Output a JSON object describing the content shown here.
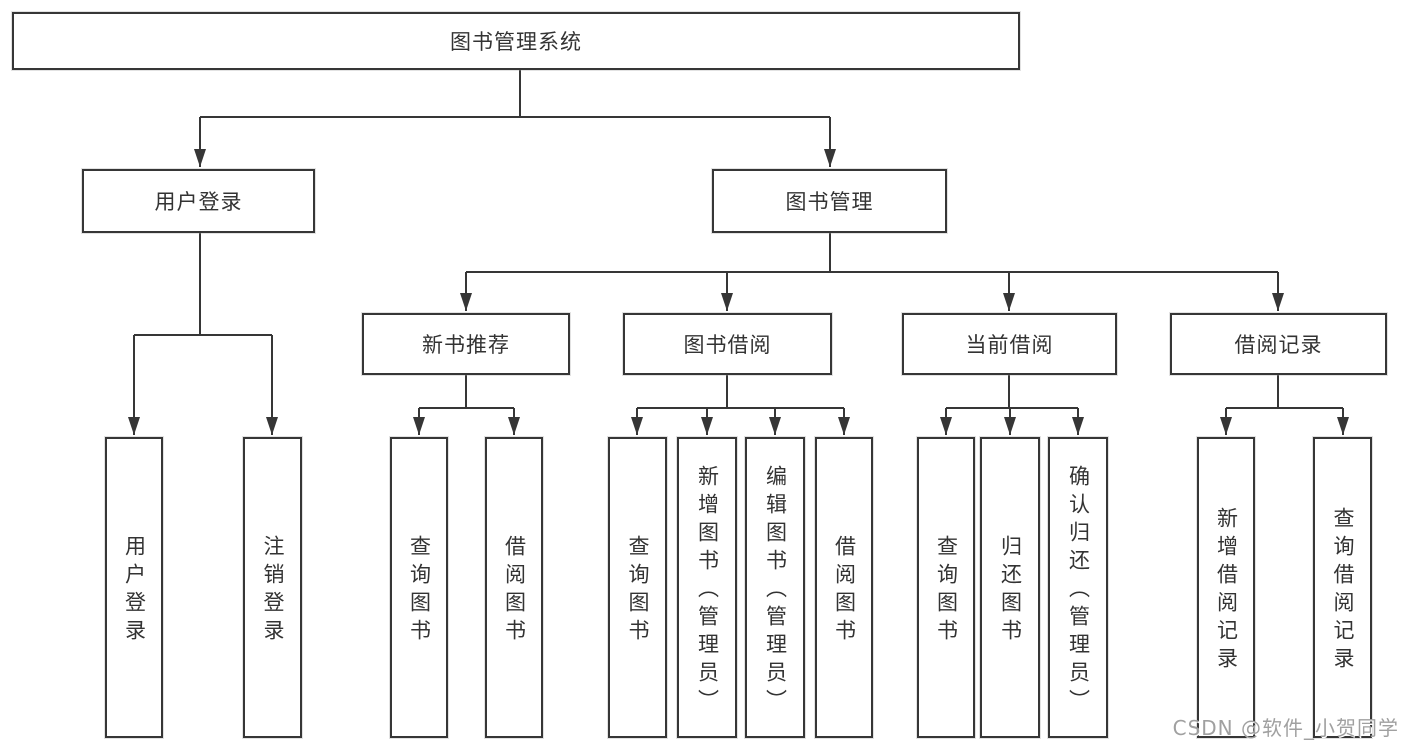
{
  "diagram": {
    "nodes": {
      "root": "图书管理系统",
      "user_login": "用户登录",
      "book_mgmt": "图书管理",
      "new_book_rec": "新书推荐",
      "book_borrow": "图书借阅",
      "current_borrow": "当前借阅",
      "borrow_records": "借阅记录",
      "user_login_children": [
        "用户登录",
        "注销登录"
      ],
      "new_book_rec_children": [
        "查询图书",
        "借阅图书"
      ],
      "book_borrow_children": [
        "查询图书",
        "新增图书（管理员）",
        "编辑图书（管理员）",
        "借阅图书"
      ],
      "current_borrow_children": [
        "查询图书",
        "归还图书",
        "确认归还（管理员）"
      ],
      "borrow_records_children": [
        "新增借阅记录",
        "查询借阅记录"
      ]
    },
    "watermark": "CSDN @软件_小贺同学",
    "colors": {
      "line": "#363636",
      "box_border": "#363636",
      "text": "#333333",
      "watermark": "#a0a0a0",
      "background": "#ffffff"
    }
  }
}
